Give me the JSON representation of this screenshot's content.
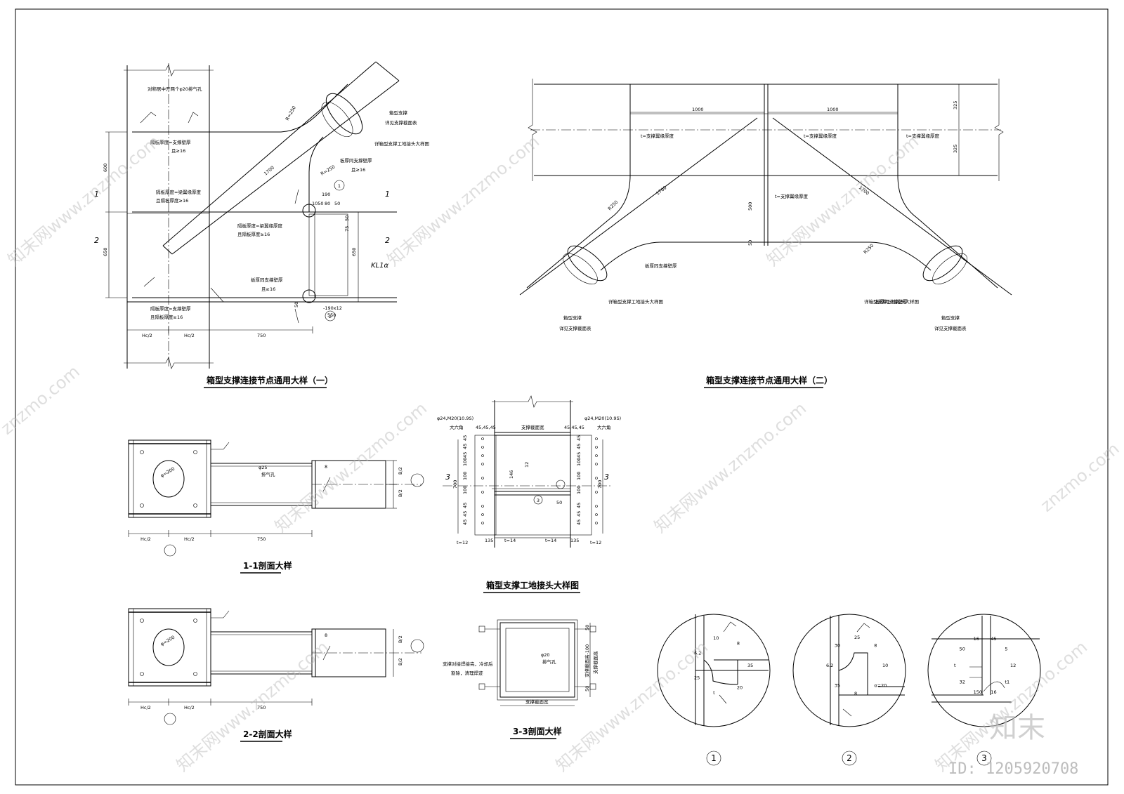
{
  "titles": {
    "detail1": "箱型支撑连接节点通用大样（一）",
    "detail2": "箱型支撑连接节点通用大样（二）",
    "sec11": "1-1剖面大样",
    "sec22": "2-2剖面大样",
    "site_joint": "箱型支撑工地接头大样图",
    "sec33": "3-3剖面大样"
  },
  "detail1": {
    "hole_note": "对称居中开两个φ20排气孔",
    "plate_note1": "隔板厚度=支撑壁厚",
    "plate_note1b": "且≥16",
    "plate_note2": "隔板厚度=梁翼缘厚度",
    "plate_note2b": "且隔板厚度≥16",
    "plate_note3": "隔板厚度=梁翼缘厚度",
    "plate_note3b": "且隔板厚度≥16",
    "plate_note4": "板厚同支撑壁厚",
    "plate_note4b": "且≥16",
    "plate_note5": "板厚同支撑壁厚",
    "plate_note5b": "且≥16",
    "plate_note6": "隔板厚度=支撑壁厚",
    "plate_note6b": "且隔板厚度≥16",
    "brace_note": "箱型支撑",
    "brace_note2": "详见支撑截面表",
    "site_note": "详箱型支撑工地接头大样图",
    "dim_1700": "1700",
    "dim_r250": "R=250",
    "dim_r250b": "R=250",
    "dim_600": "600",
    "dim_650": "650",
    "dim_650b": "650",
    "dim_190": "190",
    "dim_1050": "1050",
    "dim_80": "80",
    "dim_50": "50",
    "dim_75": "75",
    "dim_50b": "50",
    "dim_50c": "50",
    "dim_190x12": "-190x12",
    "dim_550": "550",
    "dim_hc1": "Hc/2",
    "dim_hc2": "Hc/2",
    "dim_750": "750",
    "beam": "KL1α",
    "sec1": "1",
    "sec2": "2",
    "circ1": "1",
    "circ2": "2"
  },
  "detail2": {
    "dim_1000a": "1000",
    "dim_1000b": "1000",
    "dim_325a": "325",
    "dim_325b": "325",
    "dim_500": "500",
    "dim_50": "50",
    "dim_1700a": "1700",
    "dim_1700b": "1700",
    "dim_r250a": "R250",
    "dim_r250b": "R250",
    "t_note1": "t=支撑翼缘厚度",
    "t_note2": "t=支撑翼缘厚度",
    "t_note3": "t=支撑翼缘厚度",
    "t_note4": "t=支撑翼缘厚度",
    "plate_note_l": "板厚同支撑壁厚",
    "plate_note_r": "板厚同支撑壁厚",
    "site_note_l": "详箱型支撑工地接头大样图",
    "site_note_r": "详箱型支撑工地接头大样图",
    "brace_l": "箱型支撑",
    "brace_l2": "详见支撑截面表",
    "brace_r": "箱型支撑",
    "brace_r2": "详见支撑截面表"
  },
  "sec11": {
    "hole": "φ=200",
    "hole2": "φ25",
    "hole2b": "排气孔",
    "dim_b2a": "B/2",
    "dim_b2b": "B/2",
    "dim_8": "8",
    "dim_hc1": "Hc/2",
    "dim_hc2": "Hc/2",
    "dim_750": "750"
  },
  "sec22": {
    "hole": "φ=200",
    "dim_b2a": "B/2",
    "dim_b2b": "B/2",
    "dim_8": "8",
    "dim_hc1": "Hc/2",
    "dim_hc2": "Hc/2",
    "dim_750": "750"
  },
  "site_joint": {
    "bolt_l": "φ24,M20(10.9S)",
    "bolt_l2": "大六角",
    "bolt_r": "φ24,M20(10.9S)",
    "bolt_r2": "大六角",
    "dim_454545l": "45,45,45",
    "dim_454545r": "45,45,45",
    "web": "支撑截面宽",
    "dim_700l": "700",
    "dim_700r": "700",
    "dim_146": "146",
    "dim_12": "12",
    "dim_50": "50",
    "dim_135l": "135",
    "dim_135r": "135",
    "t14l": "t=14",
    "t14r": "t=14",
    "t12l": "t=12",
    "t12r": "t=12",
    "sec3l": "3",
    "sec3r": "3",
    "circ3": "3",
    "col_l": [
      "45",
      "45",
      "45",
      "100",
      "100",
      "100",
      "45",
      "45",
      "45"
    ],
    "col_r": [
      "45",
      "45",
      "45",
      "100",
      "100",
      "100",
      "45",
      "45",
      "45"
    ]
  },
  "sec33": {
    "hole": "φ20",
    "hole2": "排气孔",
    "note1": "支撑对接焊接完，冷却后",
    "note2": "割除，清理焊迹",
    "dim_50a": "50",
    "dim_50b": "50",
    "height": "支撑截面高-100",
    "height2": "支撑截面高",
    "width": "支撑截面宽"
  },
  "weld_details": {
    "c1": "1",
    "c2": "2",
    "c3": "3",
    "d1": [
      "35",
      "20",
      "t",
      "25",
      "6.2",
      "10",
      "8"
    ],
    "d2": [
      "10",
      "α=20",
      "8",
      "35",
      "6.2",
      "30",
      "25",
      "8"
    ],
    "d3": [
      "12",
      "t1",
      "16",
      "150",
      "32",
      "t",
      "50",
      "16",
      "45",
      "5"
    ]
  },
  "watermark": {
    "brand": "知末",
    "id": "ID: 1205920708",
    "site": "znzmo.com",
    "site2": "知末网www.znzmo.com"
  }
}
